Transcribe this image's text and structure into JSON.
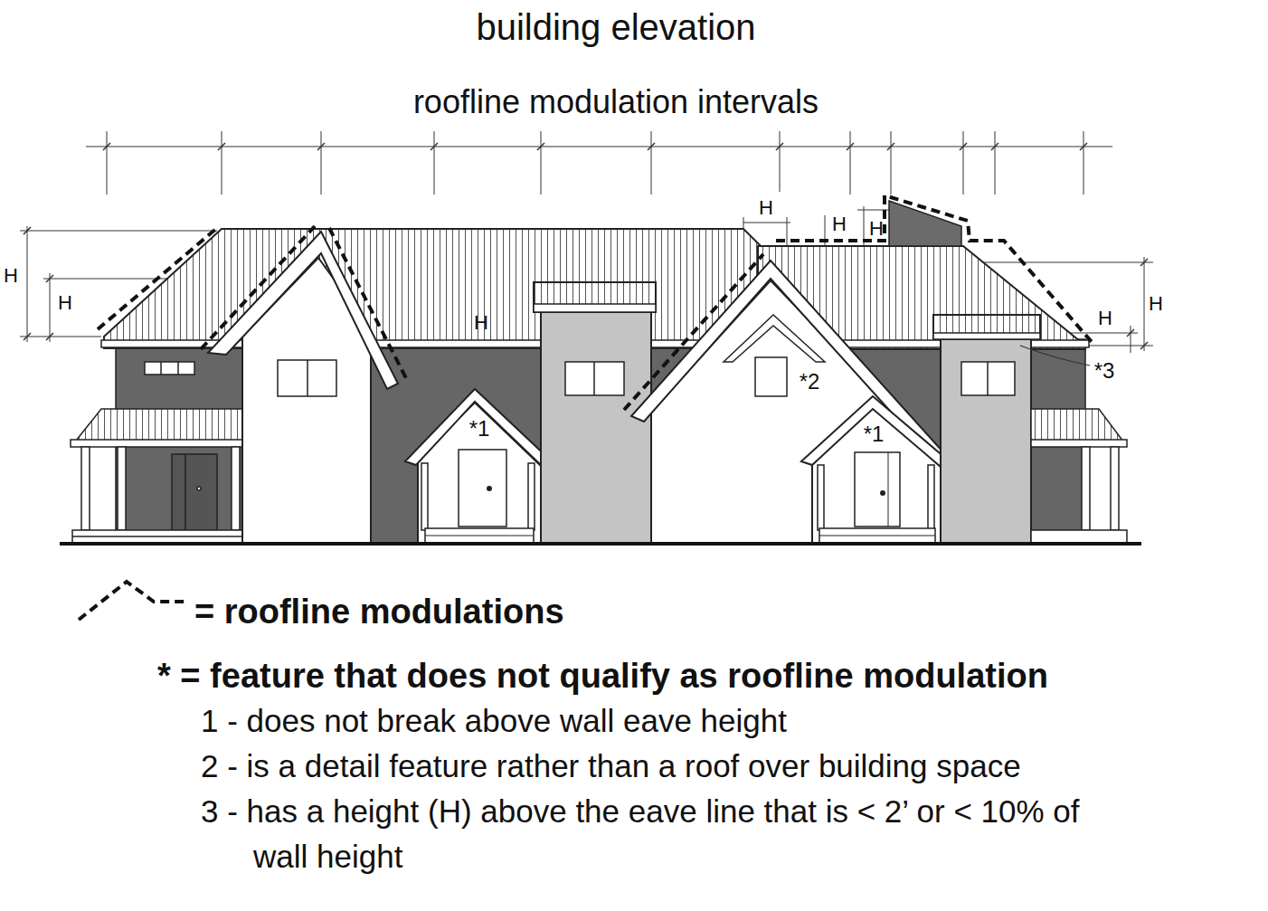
{
  "diagram": {
    "title": "building elevation",
    "labels": [
      "roofline modulation intervals",
      "H",
      "H",
      "H",
      "H",
      "H",
      "H",
      "H",
      "H",
      "*1",
      "*2",
      "*1",
      "*3",
      "1 - does not break above wall eave height",
      "2 - is a detail feature rather than a roof over building space",
      "3 - has a height (H) above the eave line that is < 2’ or < 10% of wall height"
    ],
    "legend": [
      {
        "text": "= roofline modulations"
      },
      {
        "text": "* = feature that does not qualify as roofline modulation"
      }
    ]
  }
}
